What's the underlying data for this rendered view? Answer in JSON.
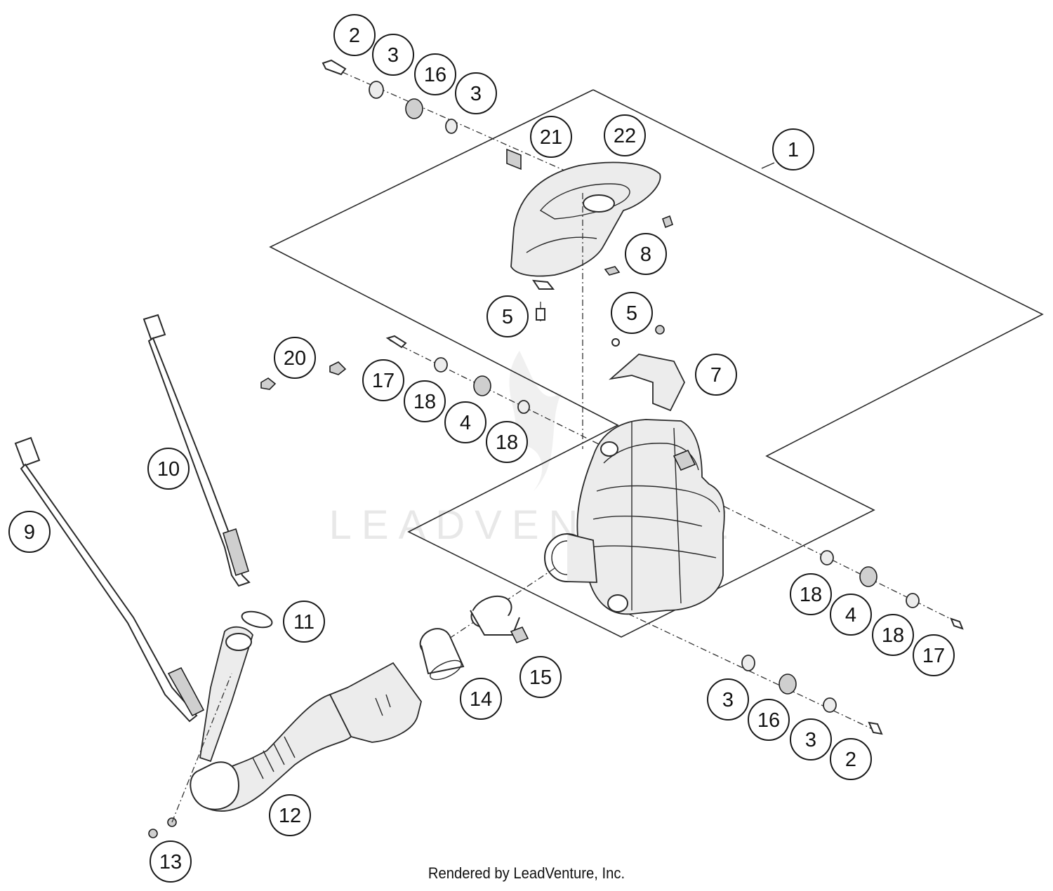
{
  "callouts": [
    "1",
    "2",
    "3",
    "16",
    "3",
    "21",
    "22",
    "8",
    "5",
    "5",
    "7",
    "20",
    "17",
    "18",
    "4",
    "18",
    "10",
    "9",
    "11",
    "18",
    "4",
    "18",
    "17",
    "15",
    "14",
    "3",
    "16",
    "3",
    "2",
    "12",
    "13"
  ],
  "watermark": "LEADVENTURE",
  "footer": "Rendered by LeadVenture, Inc."
}
